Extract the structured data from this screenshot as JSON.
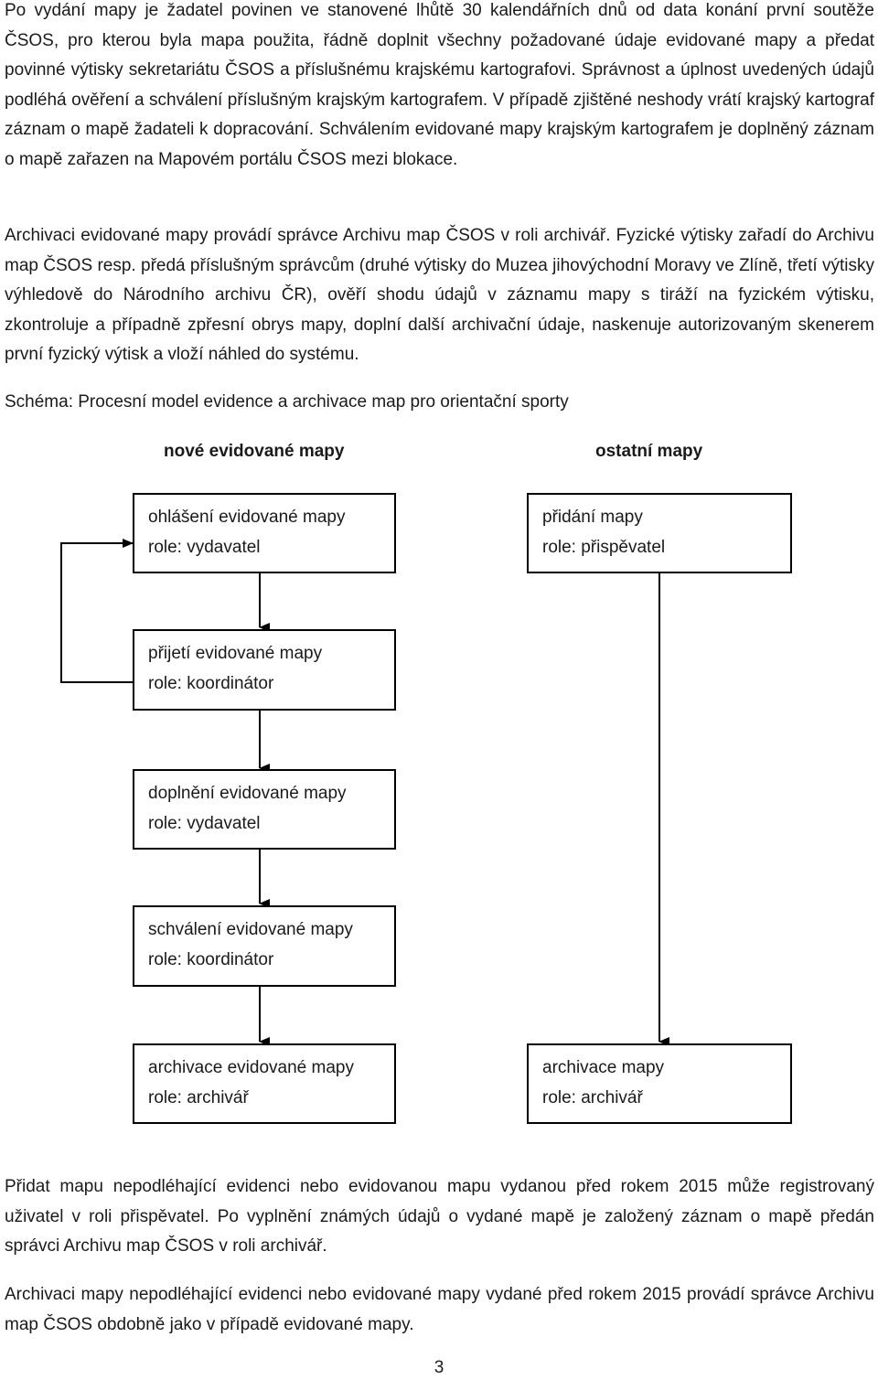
{
  "paragraphs": {
    "p1": "Po vydání mapy je žadatel povinen ve stanovené lhůtě 30 kalendářních dnů od data konání první soutěže ČSOS, pro kterou byla mapa použita, řádně doplnit všechny požadované údaje evidované mapy a předat povinné výtisky sekretariátu ČSOS a příslušnému krajskému kartografovi. Správnost a úplnost uvedených údajů podléhá ověření a schválení příslušným krajským kartografem. V případě zjištěné neshody vrátí krajský kartograf záznam o mapě žadateli k dopracování. Schválením evidované mapy krajským kartografem je doplněný záznam o mapě zařazen na Mapovém portálu ČSOS mezi blokace.",
    "p2": "Archivaci evidované mapy provádí správce Archivu map ČSOS v roli archivář. Fyzické výtisky zařadí do Archivu map ČSOS resp. předá příslušným správcům (druhé výtisky do Muzea jihovýchodní Moravy ve Zlíně, třetí výtisky výhledově do Národního archivu ČR), ověří shodu údajů v záznamu mapy s tiráží na fyzickém výtisku, zkontroluje a případně zpřesní obrys mapy, doplní další archivační údaje, naskenuje autorizovaným skenerem první fyzický výtisk a vloží náhled do systému.",
    "p3": "Přidat mapu nepodléhající evidenci nebo evidovanou mapu vydanou před rokem 2015 může registrovaný uživatel v roli přispěvatel. Po vyplnění známých údajů o vydané mapě je založený záznam o mapě předán správci Archivu map ČSOS v roli archivář.",
    "p4": "Archivaci mapy nepodléhající evidenci nebo evidované mapy vydané před rokem 2015 provádí správce Archivu map ČSOS obdobně jako v případě evidované mapy."
  },
  "diagram": {
    "caption": "Schéma: Procesní model evidence a archivace map pro orientační sporty",
    "left_title": "nové evidované mapy",
    "right_title": "ostatní mapy",
    "left_steps": [
      {
        "step": "ohlášení evidované mapy",
        "role": "role: vydavatel"
      },
      {
        "step": "přijetí evidované mapy",
        "role": "role: koordinátor"
      },
      {
        "step": "doplnění evidované mapy",
        "role": "role: vydavatel"
      },
      {
        "step": "schválení evidované mapy",
        "role": "role: koordinátor"
      },
      {
        "step": "archivace evidované mapy",
        "role": "role: archivář"
      }
    ],
    "right_steps": [
      {
        "step": "přidání mapy",
        "role": "role: přispěvatel"
      },
      {
        "step": "archivace mapy",
        "role": "role: archivář"
      }
    ]
  },
  "page_number": "3"
}
